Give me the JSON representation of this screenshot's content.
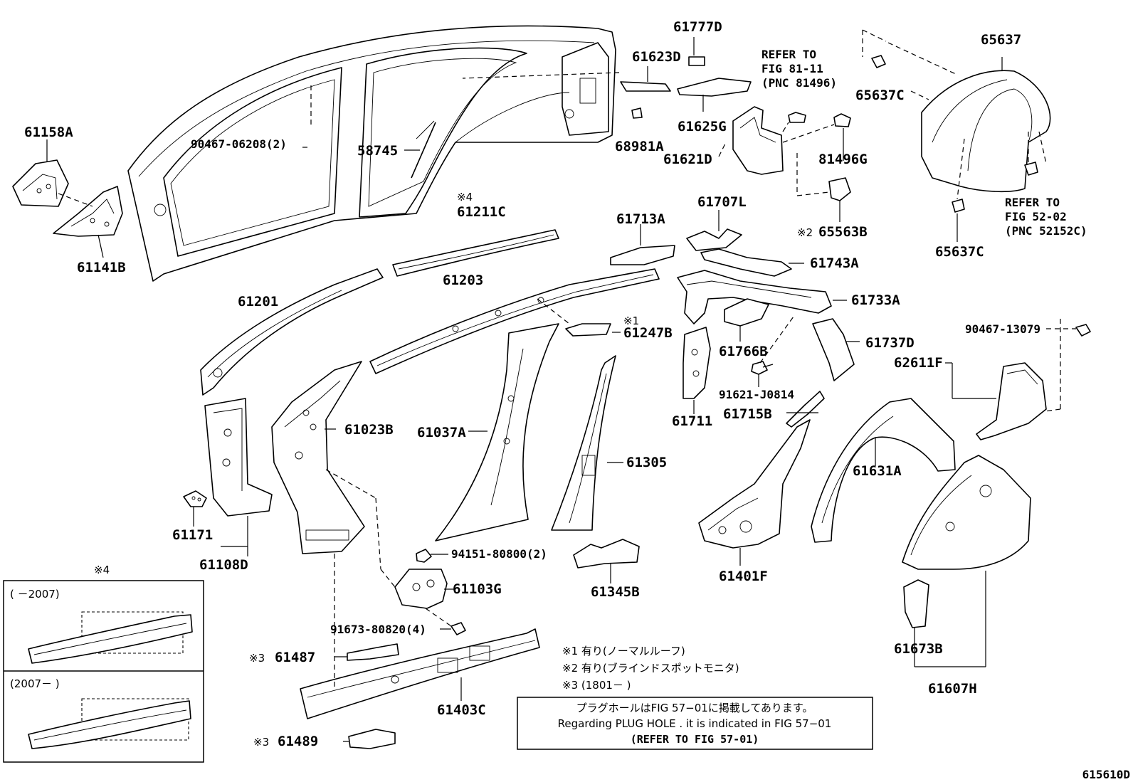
{
  "diagram_code": "615610D",
  "labels": {
    "p61158A": "61158A",
    "p61141B": "61141B",
    "p90467_06208": "90467-06208(2)",
    "p58745": "58745",
    "p61623D": "61623D",
    "p61777D": "61777D",
    "p61625G": "61625G",
    "p61621D": "61621D",
    "p68981A": "68981A",
    "p81496G": "81496G",
    "p65563B": "65563B",
    "p65637": "65637",
    "p65637C_top": "65637C",
    "p65637C_bottom": "65637C",
    "p61211C": "61211C",
    "p61201": "61201",
    "p61203": "61203",
    "p61713A": "61713A",
    "p61707L": "61707L",
    "p61743A": "61743A",
    "p61733A": "61733A",
    "p61247B": "61247B",
    "p61766B": "61766B",
    "p61737D": "61737D",
    "p90467_13079": "90467-13079",
    "p62611F": "62611F",
    "p61023B": "61023B",
    "p61037A": "61037A",
    "p61305": "61305",
    "p61711": "61711",
    "p91621_J0814": "91621-J0814",
    "p61715B": "61715B",
    "p61631A": "61631A",
    "p61171": "61171",
    "p61108D": "61108D",
    "p94151_80800": "94151-80800(2)",
    "p61103G": "61103G",
    "p61345B": "61345B",
    "p61401F": "61401F",
    "p91673_80820": "91673-80820(4)",
    "p61487": "61487",
    "p61403C": "61403C",
    "p61489": "61489",
    "p61673B": "61673B",
    "p61607H": "61607H"
  },
  "refer_81": [
    "REFER TO",
    "FIG 81-11",
    "(PNC 81496)"
  ],
  "refer_52": [
    "REFER TO",
    "FIG 52-02",
    "(PNC 52152C)"
  ],
  "marks": {
    "m1": "※1",
    "m2": "※2",
    "m3a": "※3",
    "m3b": "※3",
    "m4a": "※4",
    "m4b": "※4"
  },
  "inset": {
    "upper_range": "(     －2007)",
    "lower_range": "(2007－     )"
  },
  "notes": {
    "n1": "※1 有り(ノーマルルーフ)",
    "n2": "※2 有り(ブラインドスポットモニタ)",
    "n3": "※3 (1801－     )"
  },
  "plug_note": {
    "line1": "プラグホールはFIG 57−01に掲載してあります。",
    "line2": "Regarding  PLUG  HOLE . it is indicated in  FIG  57−01",
    "line3": "(REFER TO FIG 57-01)"
  }
}
